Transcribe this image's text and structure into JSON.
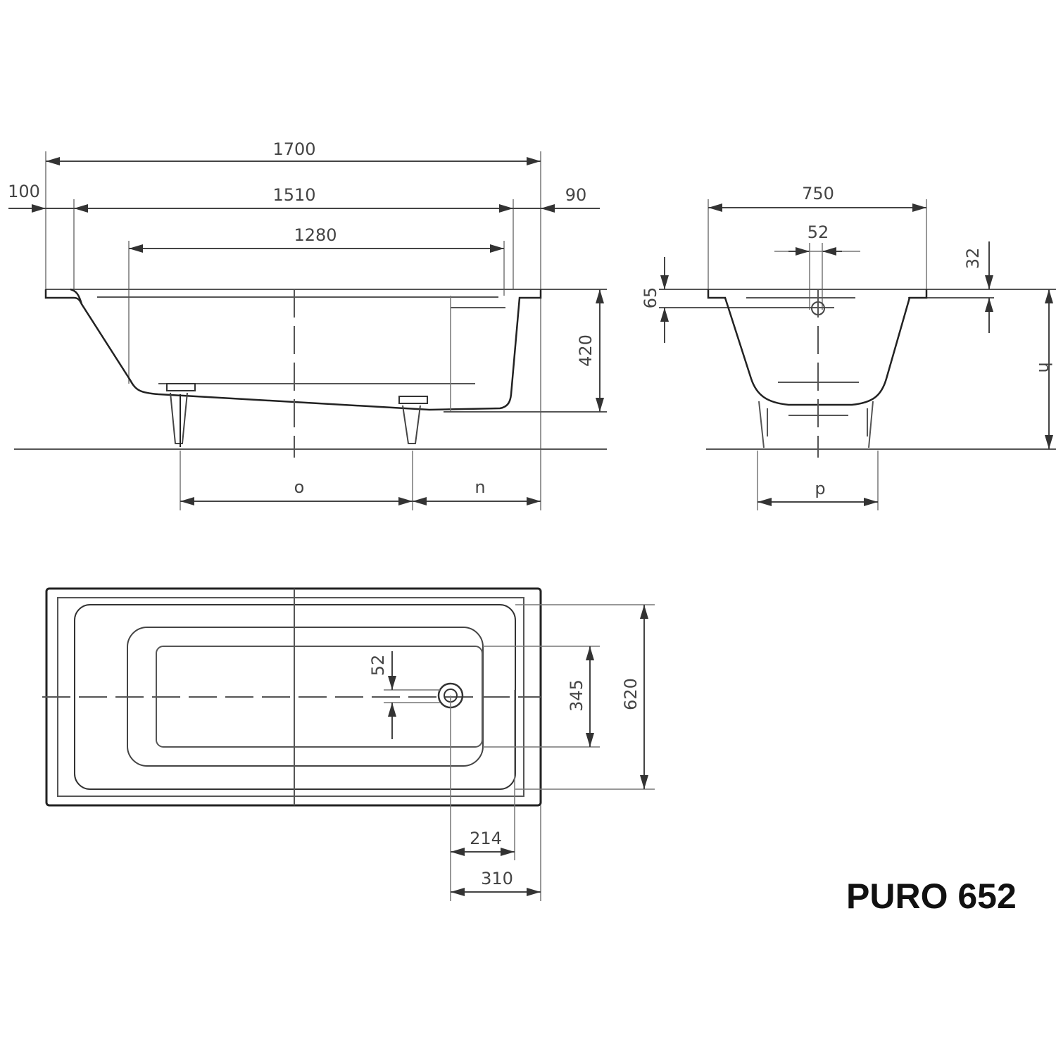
{
  "title": "PURO 652",
  "side_view": {
    "dimensions": {
      "overall_length": "1700",
      "inner_length": "1510",
      "bottom_length": "1280",
      "left_rim": "100",
      "right_rim": "90",
      "depth": "420",
      "foot_spacing": "o",
      "foot_offset": "n"
    }
  },
  "end_view": {
    "dimensions": {
      "overall_width": "750",
      "overflow_width": "52",
      "overflow_offset_left": "65",
      "overflow_offset_right": "32",
      "height": "h",
      "foot_width": "p"
    }
  },
  "plan_view": {
    "dimensions": {
      "drain_diameter": "52",
      "bottom_width": "345",
      "inner_width": "620",
      "drain_offset": "214",
      "drain_to_end": "310"
    }
  }
}
